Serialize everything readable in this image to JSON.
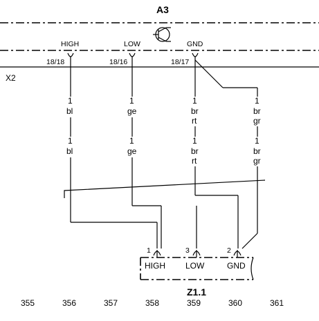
{
  "module_a3": {
    "label": "A3"
  },
  "connector_x2": {
    "label": "X2"
  },
  "component_z11": {
    "label": "Z1.1"
  },
  "top_pins": [
    {
      "signal": "HIGH",
      "pin": "18/18"
    },
    {
      "signal": "LOW",
      "pin": "18/16"
    },
    {
      "signal": "GND",
      "pin": "18/17"
    }
  ],
  "wires": [
    {
      "upper": [
        "1",
        "bl"
      ],
      "lower": [
        "1",
        "bl"
      ]
    },
    {
      "upper": [
        "1",
        "ge"
      ],
      "lower": [
        "1",
        "ge"
      ]
    },
    {
      "upper": [
        "1",
        "br",
        "rt"
      ],
      "lower": [
        "1",
        "br",
        "rt"
      ]
    },
    {
      "upper": [
        "1",
        "br",
        "gr"
      ],
      "lower": [
        "1",
        "br",
        "gr"
      ]
    }
  ],
  "bottom_pins": [
    {
      "pin": "1",
      "signal": "HIGH"
    },
    {
      "pin": "3",
      "signal": "LOW"
    },
    {
      "pin": "2",
      "signal": "GND"
    }
  ],
  "grid_numbers": [
    "355",
    "356",
    "357",
    "358",
    "359",
    "360",
    "361"
  ]
}
